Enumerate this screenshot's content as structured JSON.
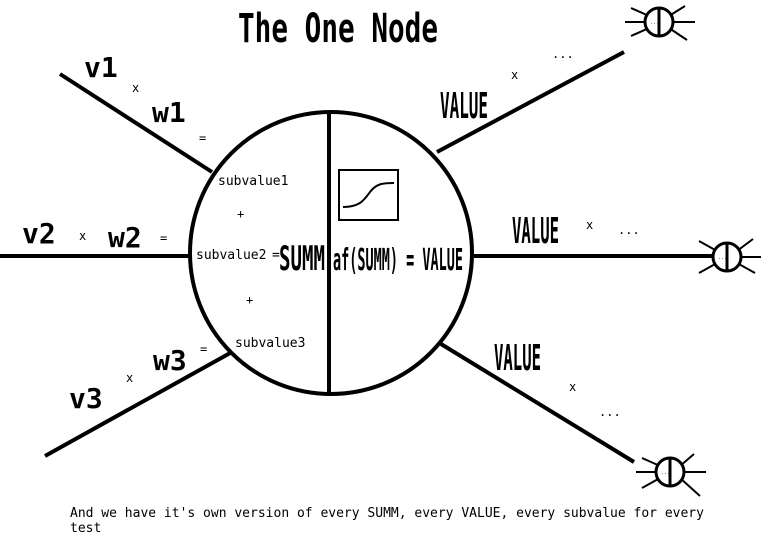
{
  "title": "The One Node",
  "inputs": [
    {
      "v": "v1",
      "w": "w1",
      "x_op": "x",
      "eq": "=",
      "sub": "subvalue1"
    },
    {
      "v": "v2",
      "w": "w2",
      "x_op": "x",
      "eq": "=",
      "sub": "subvalue2"
    },
    {
      "v": "v3",
      "w": "w3",
      "x_op": "x",
      "eq": "=",
      "sub": "subvalue3"
    }
  ],
  "plus": "+",
  "node": {
    "summ_eq": "=",
    "summ": "SUMM",
    "activation": "af(SUMM) = VALUE"
  },
  "outputs": [
    {
      "value": "VALUE",
      "x_op": "x",
      "dots": "..."
    },
    {
      "value": "VALUE",
      "x_op": "x",
      "dots": "..."
    },
    {
      "value": "VALUE",
      "x_op": "x",
      "dots": "..."
    }
  ],
  "next_node_ids": [
    "...",
    "...",
    "..."
  ],
  "caption": "And we have it's own version of every SUMM, every VALUE, every subvalue for every test"
}
